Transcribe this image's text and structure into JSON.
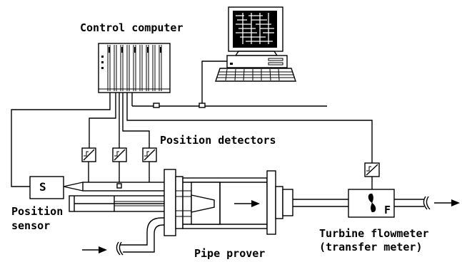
{
  "labels": {
    "control_computer": "Control computer",
    "position_detectors": "Position detectors",
    "position_sensor_line1": "Position",
    "position_sensor_line2": "sensor",
    "sensor_box": "S",
    "turbine_line1": "Turbine flowmeter",
    "turbine_line2": "(transfer meter)",
    "flowmeter_box": "F",
    "pipe_prover": "Pipe prover"
  },
  "icons": [
    "control-computer-rack-icon",
    "pc-workstation-icon",
    "signal-converter-icon",
    "turbine-propeller-icon",
    "flow-arrow-icon"
  ]
}
